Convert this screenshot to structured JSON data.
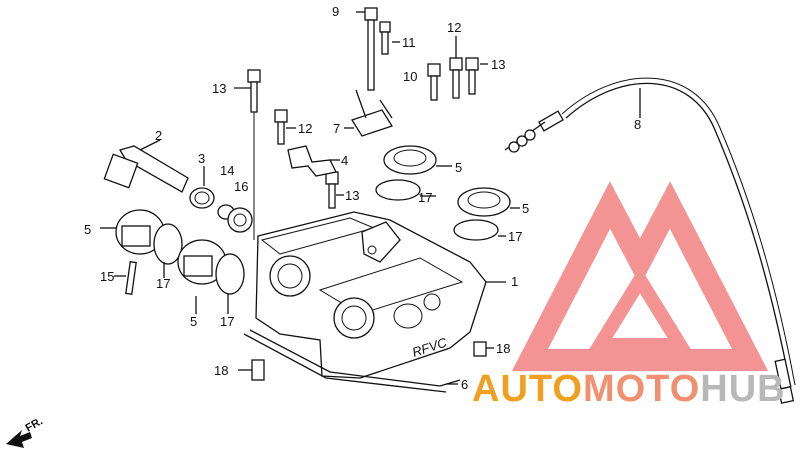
{
  "labels": {
    "p1": "1",
    "p2": "2",
    "p3": "3",
    "p4": "4",
    "p5a": "5",
    "p5b": "5",
    "p5c": "5",
    "p5d": "5",
    "p6": "6",
    "p7": "7",
    "p8": "8",
    "p9": "9",
    "p10": "10",
    "p11": "11",
    "p12a": "12",
    "p12b": "12",
    "p13a": "13",
    "p13b": "13",
    "p13c": "13",
    "p14": "14",
    "p15": "15",
    "p16": "16",
    "p17a": "17",
    "p17b": "17",
    "p17c": "17",
    "p17d": "17",
    "p18a": "18",
    "p18b": "18"
  },
  "cover_marking": "RFVC",
  "front_indicator": "FR.",
  "watermark": {
    "part1": "AUTO",
    "part2": "MOTO",
    "part3": "HUB",
    "colors": {
      "part1": "#f0a020",
      "part2": "#f19070",
      "part3": "#b8b8b8",
      "triangle": "#f07070"
    }
  }
}
